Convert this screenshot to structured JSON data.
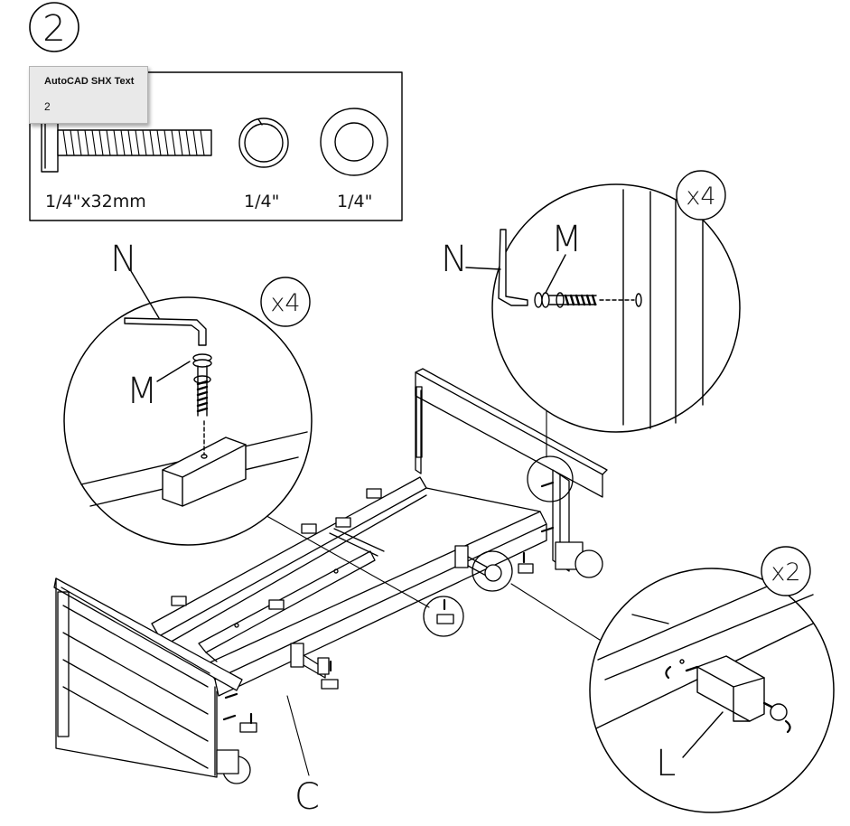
{
  "step": {
    "number": "2"
  },
  "hardware_box": {
    "items": [
      {
        "icon": "bolt-icon",
        "label": "1/4\"x32mm"
      },
      {
        "icon": "spring-washer-icon",
        "label": "1/4\""
      },
      {
        "icon": "flat-washer-icon",
        "label": "1/4\""
      }
    ]
  },
  "tooltip": {
    "title": "AutoCAD SHX Text",
    "value": "2"
  },
  "callouts": {
    "left_detail": {
      "quantity": "x4",
      "tool_label": "N",
      "part_label": "M"
    },
    "right_detail": {
      "quantity": "x4",
      "tool_label": "N",
      "part_label": "M"
    },
    "leg_detail": {
      "quantity": "x2",
      "part_label": "L"
    }
  },
  "frame": {
    "part_label": "C"
  },
  "colors": {
    "line": "#000000",
    "background": "#ffffff",
    "tooltip_bg": "#e9e9e9"
  }
}
